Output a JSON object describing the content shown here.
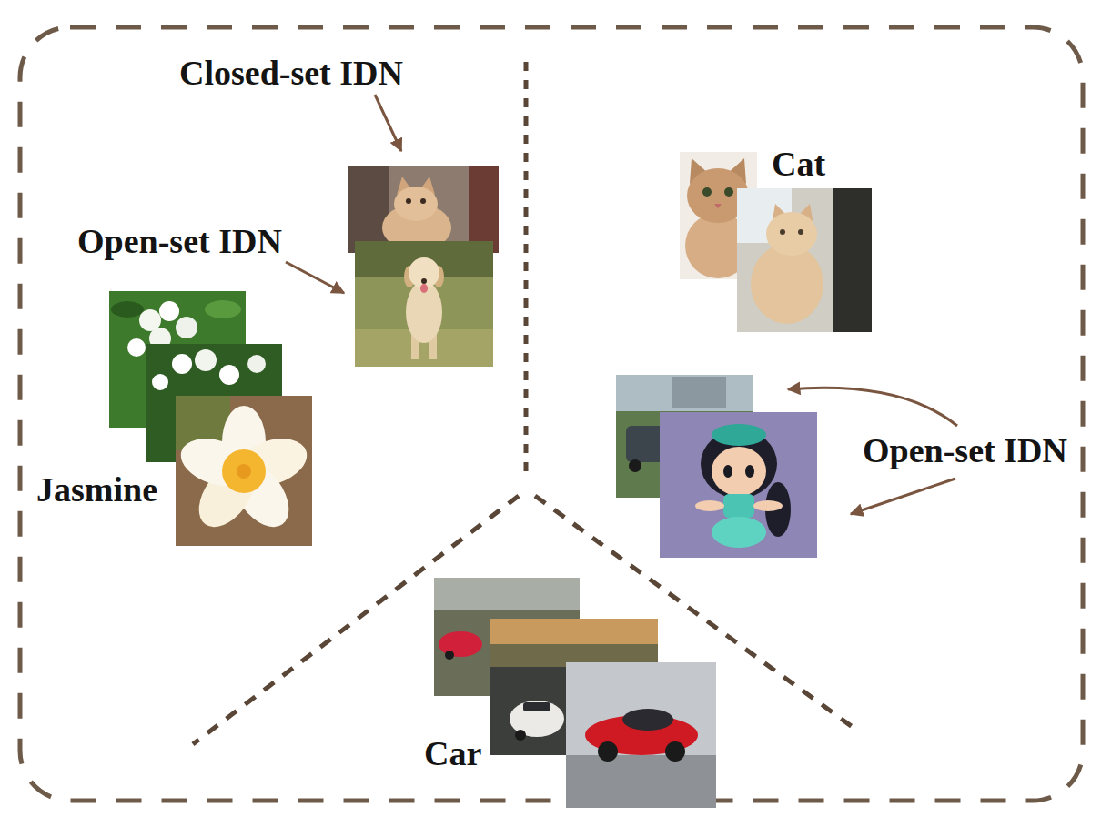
{
  "diagram": {
    "labels": [
      "Closed-set IDN",
      "Open-set IDN",
      "Cat",
      "Jasmine",
      "Open-set IDN",
      "Car"
    ]
  }
}
